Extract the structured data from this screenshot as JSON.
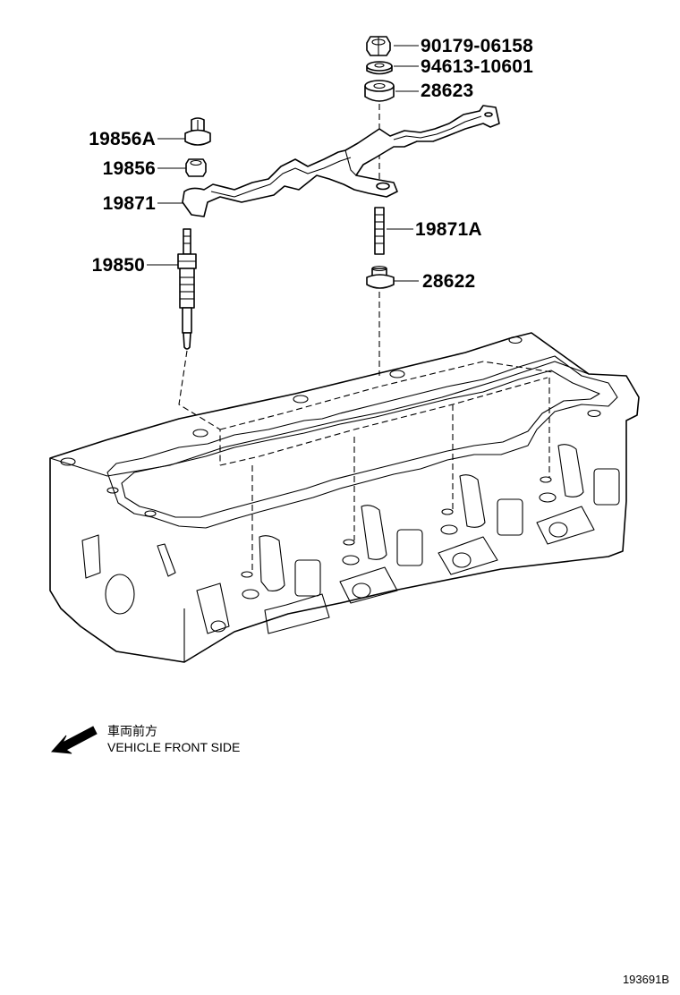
{
  "parts": [
    {
      "id": "p1",
      "label": "90179-06158"
    },
    {
      "id": "p2",
      "label": "94613-10601"
    },
    {
      "id": "p3",
      "label": "28623"
    },
    {
      "id": "p4",
      "label": "19856A"
    },
    {
      "id": "p5",
      "label": "19856"
    },
    {
      "id": "p6",
      "label": "19871"
    },
    {
      "id": "p7",
      "label": "19871A"
    },
    {
      "id": "p8",
      "label": "19850"
    },
    {
      "id": "p9",
      "label": "28622"
    }
  ],
  "direction": {
    "japanese": "車両前方",
    "english": "VEHICLE FRONT SIDE"
  },
  "figure_code": "193691B",
  "colors": {
    "line": "#000000",
    "background": "#ffffff"
  }
}
